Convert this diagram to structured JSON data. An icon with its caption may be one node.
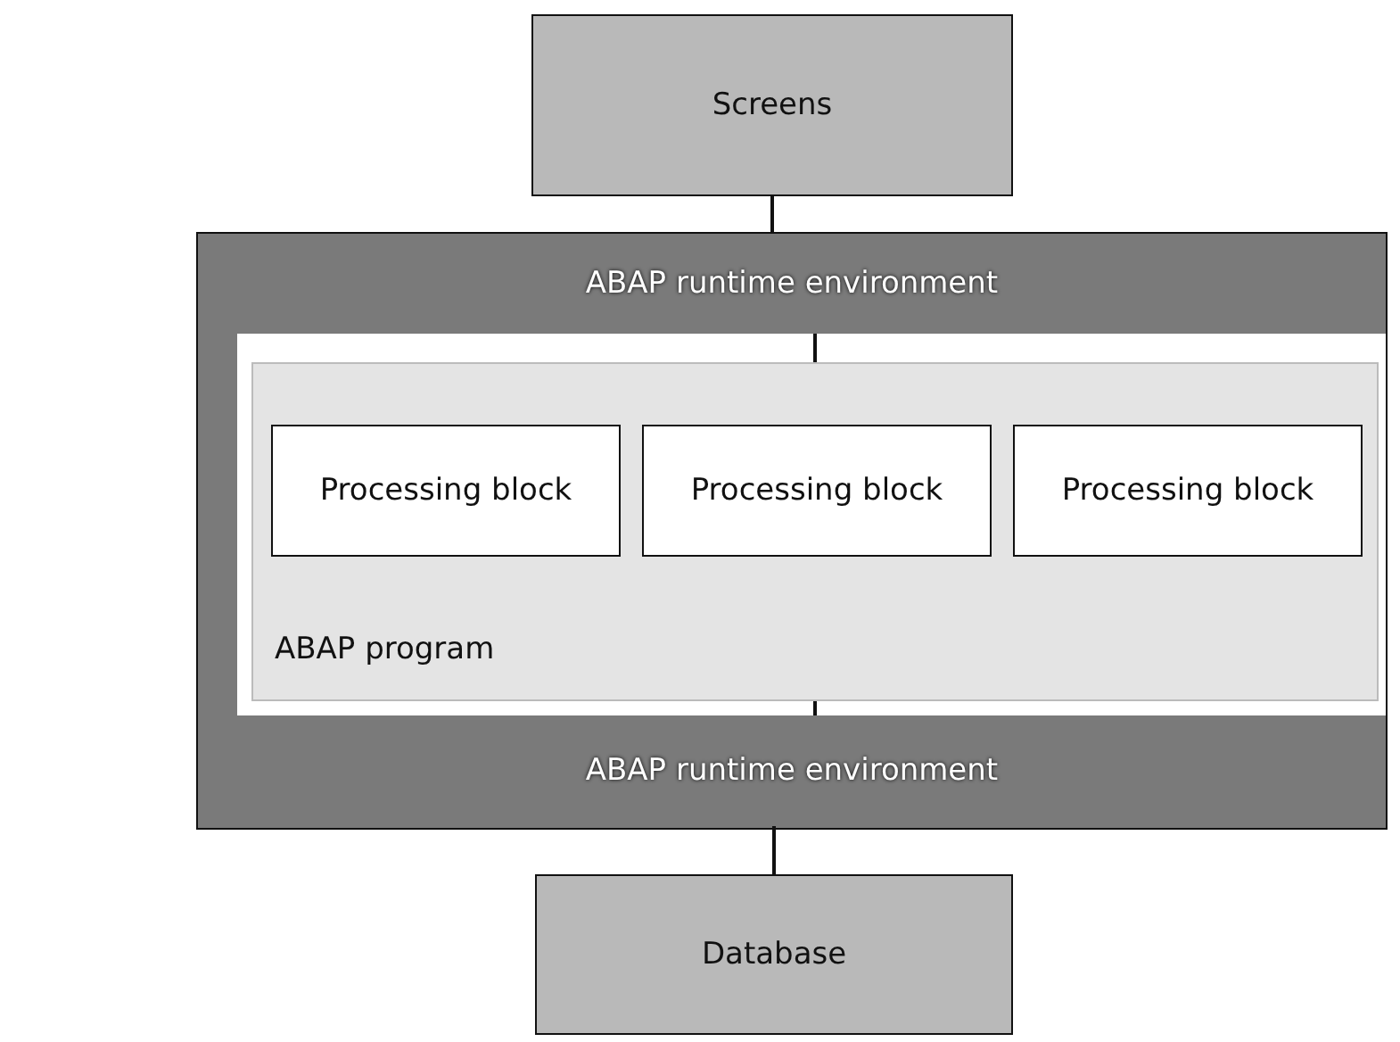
{
  "diagram": {
    "nodes": [
      {
        "text": [
          "Screens"
        ]
      },
      {
        "text": [],
        "shape": "box"
      },
      {
        "text": [
          "ABAP runtime environment"
        ],
        "in": 1
      },
      {
        "text": [
          "ABAP program"
        ],
        "in": 1
      },
      {
        "text": [
          "Processing block"
        ],
        "in": 3
      },
      {
        "text": [
          "Processing block"
        ],
        "in": 3
      },
      {
        "text": [
          "Processing block"
        ],
        "in": 3
      },
      {
        "text": [
          "ABAP runtime environment"
        ],
        "in": 1
      },
      {
        "text": [
          "Database"
        ]
      }
    ],
    "edges": [
      {
        "from": 0,
        "to": 2,
        "arrow": "none"
      },
      {
        "from": 2,
        "to": 3,
        "arrow": "none"
      },
      {
        "from": 3,
        "to": 7,
        "arrow": "none"
      },
      {
        "from": 7,
        "to": 8,
        "arrow": "none"
      }
    ]
  }
}
